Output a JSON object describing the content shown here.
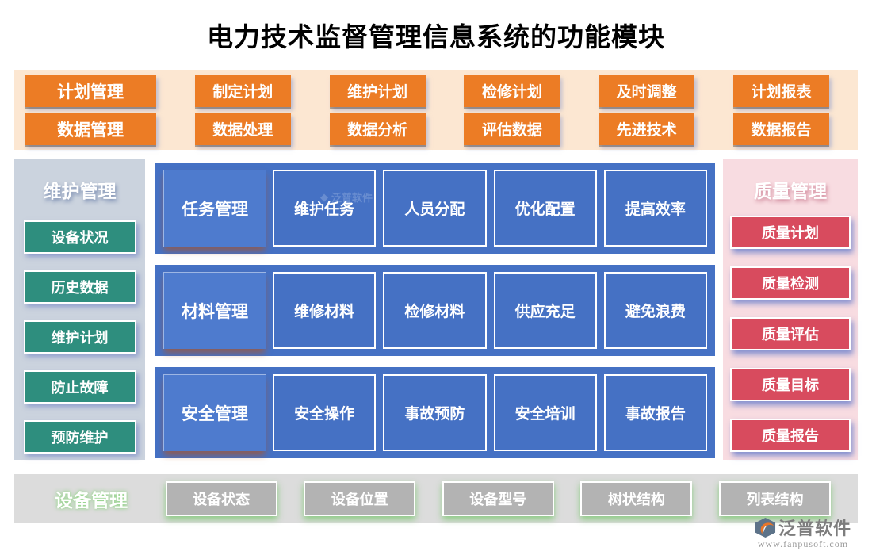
{
  "title": "电力技术监督管理信息系统的功能模块",
  "plan_row": {
    "header": "计划管理",
    "items": [
      "制定计划",
      "维护计划",
      "检修计划",
      "及时调整",
      "计划报表"
    ]
  },
  "data_row": {
    "header": "数据管理",
    "items": [
      "数据处理",
      "数据分析",
      "评估数据",
      "先进技术",
      "数据报告"
    ]
  },
  "maintenance": {
    "header": "维护管理",
    "items": [
      "设备状况",
      "历史数据",
      "维护计划",
      "防止故障",
      "预防维护"
    ]
  },
  "center_rows": [
    {
      "label": "任务管理",
      "items": [
        "维护任务",
        "人员分配",
        "优化配置",
        "提高效率"
      ]
    },
    {
      "label": "材料管理",
      "items": [
        "维修材料",
        "检修材料",
        "供应充足",
        "避免浪费"
      ]
    },
    {
      "label": "安全管理",
      "items": [
        "安全操作",
        "事故预防",
        "安全培训",
        "事故报告"
      ]
    }
  ],
  "quality": {
    "header": "质量管理",
    "items": [
      "质量计划",
      "质量检测",
      "质量评估",
      "质量目标",
      "质量报告"
    ]
  },
  "device": {
    "header": "设备管理",
    "items": [
      "设备状态",
      "设备位置",
      "设备型号",
      "树状结构",
      "列表结构"
    ]
  },
  "watermark": {
    "text": "泛普软件"
  },
  "logo": {
    "name": "泛普软件",
    "url": "www.fanpusoft.com"
  },
  "colors": {
    "orange": "#ec7c25",
    "peach_bg": "#fce7d2",
    "teal": "#2e8e7e",
    "left_bg": "#cbd3de",
    "panel_blue": "#4571c4",
    "tile_blue": "#4e7bce",
    "red": "#d84b5e",
    "pink_bg": "#f8dce1",
    "gray_button": "#b3b3b3",
    "bottom_bg": "#dcdcdc"
  }
}
